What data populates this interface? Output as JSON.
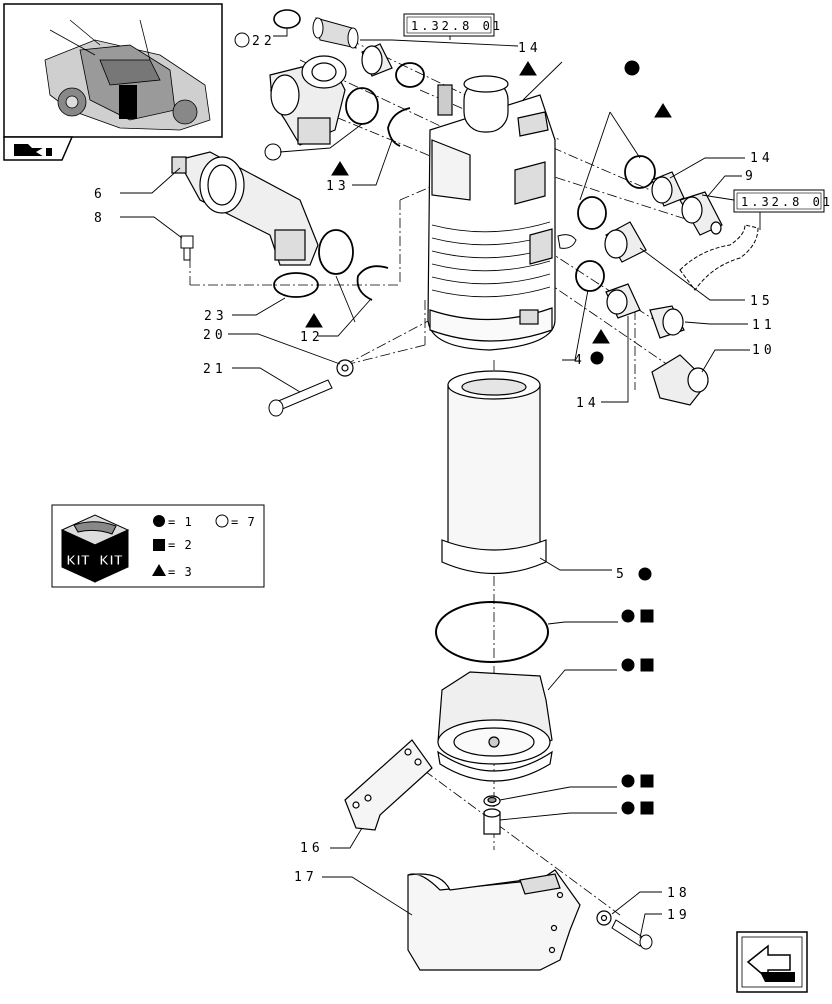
{
  "reference_boxes": [
    {
      "id": "ref-top",
      "text": "1.32.8 01"
    },
    {
      "id": "ref-right",
      "text": "1.32.8 01"
    }
  ],
  "callouts": {
    "c22": "22",
    "c14a": "14",
    "c13": "13",
    "c6": "6",
    "c8": "8",
    "c23": "23",
    "c12": "12",
    "c20": "20",
    "c21": "21",
    "c14b": "14",
    "c9": "9",
    "c15": "15",
    "c11": "11",
    "c10": "10",
    "c4": "4",
    "c14c": "14",
    "c5": "5",
    "c16": "16",
    "c17": "17",
    "c18": "18",
    "c19": "19"
  },
  "legend": {
    "kit_word_1": "KIT",
    "kit_word_2": "KIT",
    "items": [
      {
        "symbol": "filled-circle",
        "text": "= 1"
      },
      {
        "symbol": "open-circle",
        "text": "= 7"
      },
      {
        "symbol": "filled-square",
        "text": "= 2"
      },
      {
        "symbol": "filled-triangle",
        "text": "= 3"
      }
    ]
  },
  "colors": {
    "line": "#000000",
    "background": "#ffffff"
  },
  "icons": {
    "nav_top": "folder-arrow-icon",
    "nav_bottom": "back-arrow-icon"
  }
}
